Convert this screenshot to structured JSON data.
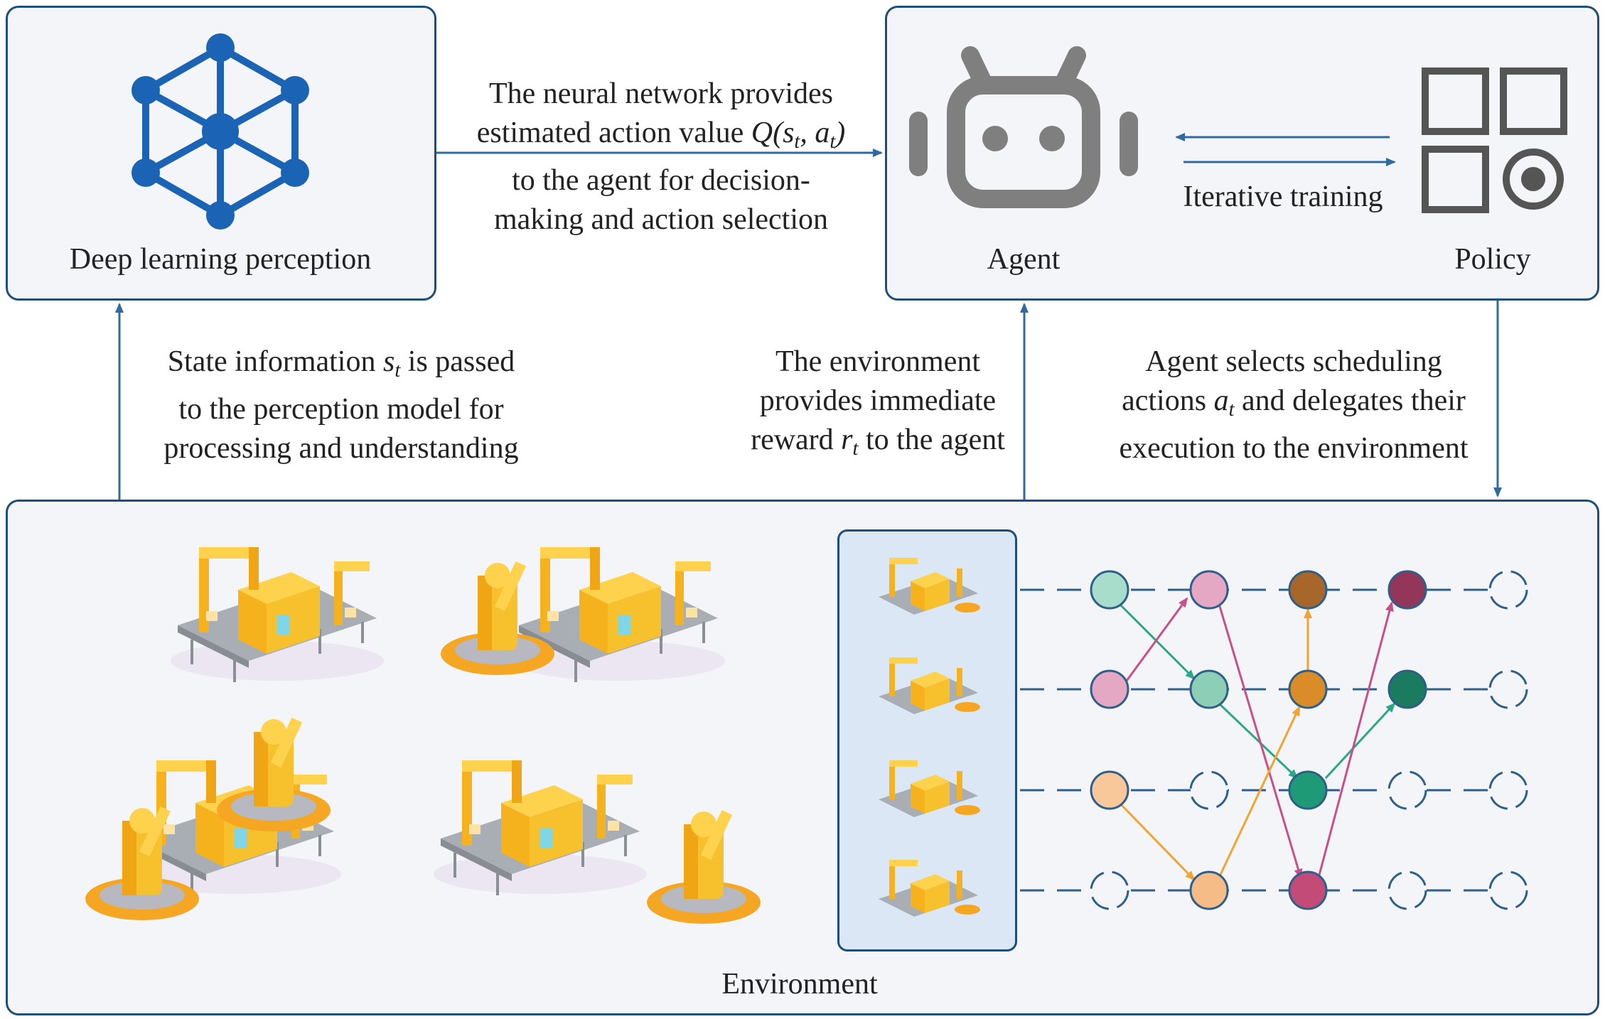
{
  "boxes": {
    "perception": {
      "label": "Deep learning perception",
      "icon": "neural-network-cube-icon",
      "color": "#1b63b5"
    },
    "agent": {
      "agent_label": "Agent",
      "policy_label": "Policy",
      "iterative_label": "Iterative training",
      "agent_icon": "robot-icon",
      "policy_icon": "policy-grid-icon",
      "icon_color": "#7f7f7f"
    },
    "environment": {
      "label": "Environment",
      "factory_icon": "factory-production-line-icon"
    }
  },
  "annotations": {
    "nn_to_agent": {
      "line1": "The neural network provides",
      "line2_a": "estimated action value ",
      "line2_q": "Q(",
      "line2_s": "s",
      "line2_t1": "t",
      "line2_comma": ", ",
      "line2_a2": "a",
      "line2_t2": "t",
      "line2_close": ")",
      "line3": "to the agent for decision-",
      "line4": "making and action selection"
    },
    "state_to_perception": {
      "line1_a": "State information ",
      "line1_s": "s",
      "line1_t": "t",
      "line1_b": " is passed",
      "line2": "to the perception model for",
      "line3": "processing and understanding"
    },
    "reward": {
      "line1": "The environment",
      "line2": "provides immediate",
      "line3_a": "reward ",
      "line3_r": "r",
      "line3_t": "t",
      "line3_b": " to the agent"
    },
    "action": {
      "line1": "Agent selects scheduling",
      "line2_a": "actions ",
      "line2_v": "a",
      "line2_t": "t",
      "line2_b": " and delegates their",
      "line3": "execution to the environment"
    }
  },
  "colors": {
    "border": "#1f4e79",
    "arrow": "#2f6aa0",
    "node_dash": "#2e5f8a",
    "panel": "#dce7f5",
    "edge_teal": "#2aa885",
    "edge_pink": "#c94f86",
    "edge_orange": "#f2a42e",
    "node_mint": "#a8dccb",
    "node_pink_light": "#e4a7c4",
    "node_peach": "#f8c79a",
    "node_mint_dark": "#8ccfb6",
    "node_brown": "#a8672a",
    "node_orange": "#d98c28",
    "node_teal": "#1f9a76",
    "node_wine": "#933659",
    "node_rose": "#c34b78",
    "node_green_dark": "#1b7b5f",
    "node_peach2": "#f5bc88"
  }
}
